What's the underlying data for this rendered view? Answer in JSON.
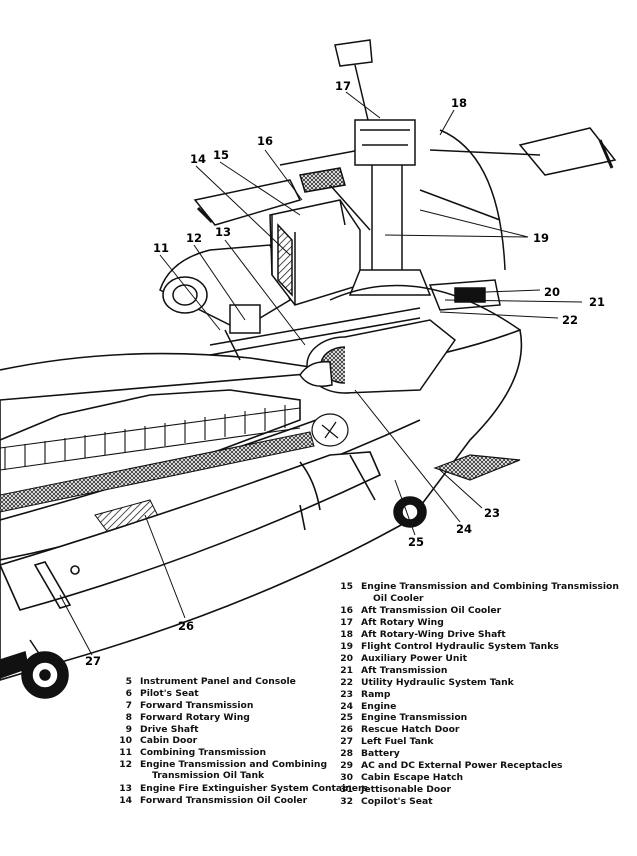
{
  "callouts": [
    "17",
    "18",
    "16",
    "14",
    "15",
    "19",
    "11",
    "12",
    "13",
    "20",
    "21",
    "22",
    "23",
    "24",
    "25",
    "26",
    "27"
  ],
  "legend": {
    "left": [
      {
        "num": "5",
        "text": "Instrument Panel and Console"
      },
      {
        "num": "6",
        "text": "Pilot's Seat"
      },
      {
        "num": "7",
        "text": "Forward Transmission"
      },
      {
        "num": "8",
        "text": "Forward Rotary Wing"
      },
      {
        "num": "9",
        "text": "Drive Shaft"
      },
      {
        "num": "10",
        "text": "Cabin Door"
      },
      {
        "num": "11",
        "text": "Combining Transmission"
      },
      {
        "num": "12",
        "text": "Engine Transmission and Combining"
      },
      {
        "num": "",
        "text": "Transmission Oil Tank"
      },
      {
        "num": "13",
        "text": "Engine Fire Extinguisher System Containers"
      },
      {
        "num": "14",
        "text": "Forward Transmission Oil Cooler"
      }
    ],
    "right": [
      {
        "num": "15",
        "text": "Engine Transmission and Combining Transmission"
      },
      {
        "num": "",
        "text": "Oil Cooler"
      },
      {
        "num": "16",
        "text": "Aft Transmission Oil Cooler"
      },
      {
        "num": "17",
        "text": "Aft Rotary Wing"
      },
      {
        "num": "18",
        "text": "Aft Rotary-Wing Drive Shaft"
      },
      {
        "num": "19",
        "text": "Flight Control Hydraulic System Tanks"
      },
      {
        "num": "20",
        "text": "Auxiliary Power Unit"
      },
      {
        "num": "21",
        "text": "Aft Transmission"
      },
      {
        "num": "22",
        "text": "Utility Hydraulic System Tank"
      },
      {
        "num": "23",
        "text": "Ramp"
      },
      {
        "num": "24",
        "text": "Engine"
      },
      {
        "num": "25",
        "text": "Engine Transmission"
      },
      {
        "num": "26",
        "text": "Rescue Hatch Door"
      },
      {
        "num": "27",
        "text": "Left Fuel Tank"
      },
      {
        "num": "28",
        "text": "Battery"
      },
      {
        "num": "29",
        "text": "AC and DC External Power Receptacles"
      },
      {
        "num": "30",
        "text": "Cabin Escape Hatch"
      },
      {
        "num": "31",
        "text": "Jettisonable Door"
      },
      {
        "num": "32",
        "text": "Copilot's Seat"
      }
    ]
  }
}
